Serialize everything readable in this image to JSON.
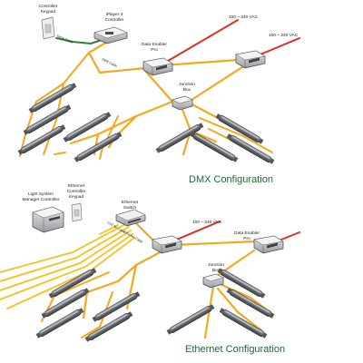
{
  "sections": {
    "dmx": {
      "title": "DMX Configuration",
      "labels": {
        "controller_keypad": [
          "Controller",
          "Keypad"
        ],
        "iplayer": [
          "iPlayer 3",
          "Controller"
        ],
        "serial_cable": "Serial Cable",
        "dmx_cable": "DMX Cable",
        "data_enabler": [
          "Data Enabler",
          "Pro"
        ],
        "junction_box": [
          "Junction",
          "Box"
        ],
        "voltage_1": "100 – 240 VAC",
        "voltage_2": "100 – 240 VAC"
      }
    },
    "ethernet": {
      "title": "Ethernet Configuration",
      "labels": {
        "lsm_controller": [
          "Light System",
          "Manager Controller"
        ],
        "eth_keypad": [
          "Ethernet",
          "Controller",
          "Keypad"
        ],
        "eth_switch": [
          "Ethernet",
          "Switch"
        ],
        "cat5": "CAT 5e Cable",
        "eth_cable": "Ethernet Cable",
        "voltage_1": "100 – 240 VAC",
        "data_enabler": [
          "Data Enabler",
          "Pro"
        ],
        "junction_box": [
          "Junction",
          "Box"
        ]
      }
    }
  },
  "colors": {
    "data_cable": "#f5a81c",
    "power_cable": "#e32b22",
    "serial_cable": "#2f7d3a",
    "title": "#1d6b35"
  }
}
